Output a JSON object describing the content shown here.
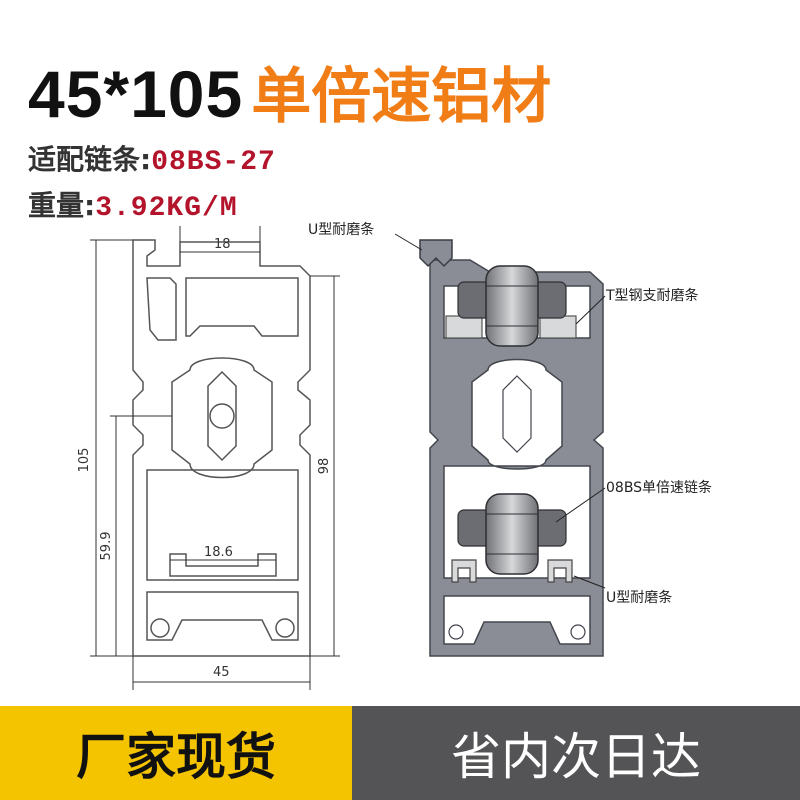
{
  "title": {
    "size": "45*105",
    "name": "单倍速铝材"
  },
  "specs": {
    "chain_label": "适配链条:",
    "chain_value": "08BS-27",
    "weight_label": "重量:",
    "weight_value": "3.92KG/M"
  },
  "dimensions": {
    "top_slot": "18",
    "height_total": "105",
    "height_98": "98",
    "height_59": "59.9",
    "inner_slot": "18.6",
    "width": "45"
  },
  "callouts": {
    "u_strip_top": "U型耐磨条",
    "t_strip": "T型钢支耐磨条",
    "chain": "08BS单倍速链条",
    "u_strip_bottom": "U型耐磨条"
  },
  "banners": {
    "left": "厂家现货",
    "right": "省内次日达"
  },
  "colors": {
    "title_accent": "#f07d16",
    "spec_value": "#b3142b",
    "banner_left_bg": "#f5c400",
    "banner_right_bg": "#545456",
    "profile_fill": "#8a8d96",
    "roller": "#a7a9ad"
  }
}
